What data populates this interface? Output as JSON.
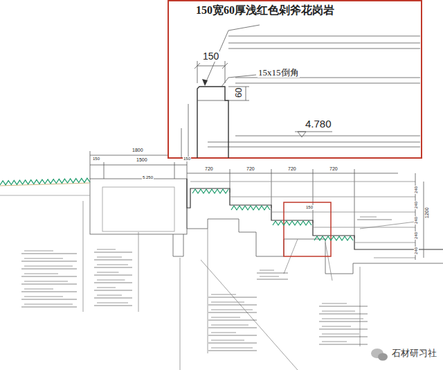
{
  "diagram": {
    "labels": [
      "150宽60厚浅红色剁斧花岗岩",
      "150",
      "15x15倒角",
      "60",
      "4.780",
      "1800",
      "150",
      "1500",
      "150",
      "720",
      "720",
      "720",
      "720",
      "240",
      "240",
      "240",
      "240",
      "240",
      "1200",
      "5.250",
      "150",
      "石材研习社"
    ]
  }
}
